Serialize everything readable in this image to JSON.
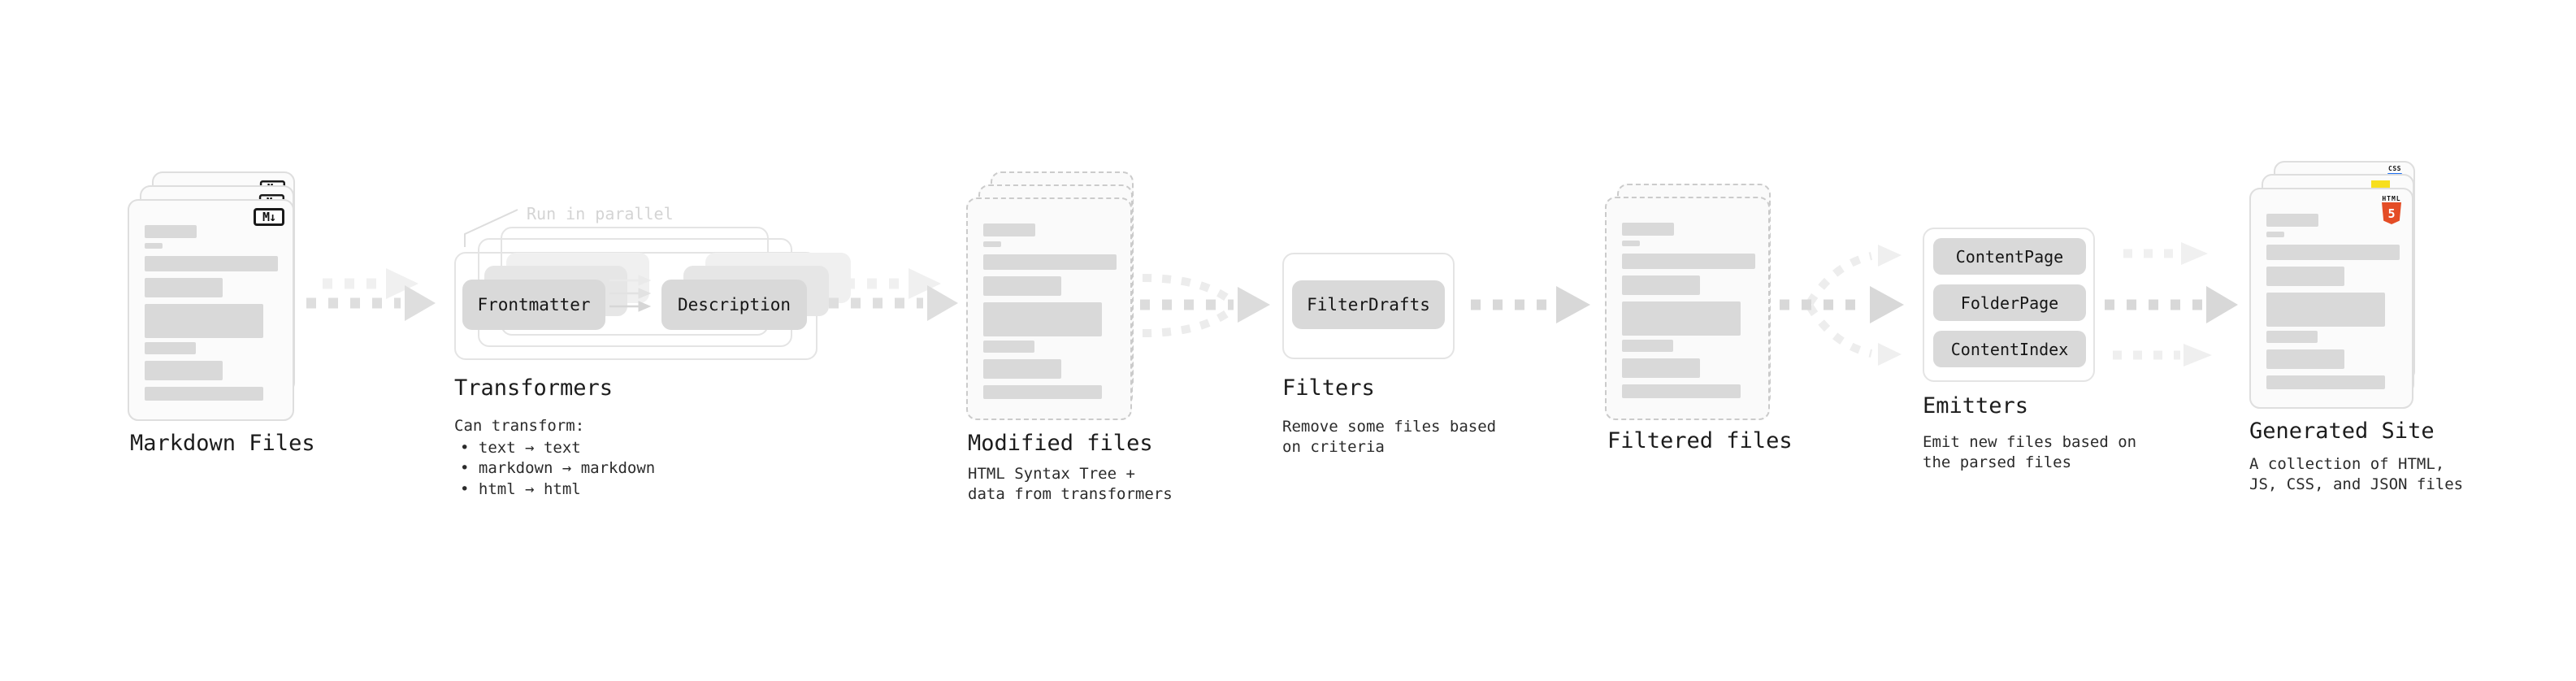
{
  "stages": {
    "markdown": {
      "label": "Markdown Files",
      "badge": "M↓"
    },
    "transformers": {
      "annotation": "Run in parallel",
      "button_left": "Frontmatter",
      "button_right": "Description",
      "heading": "Transformers",
      "desc_title": "Can transform:",
      "bullets": [
        "• text → text",
        "• markdown → markdown",
        "• html → html"
      ]
    },
    "modified": {
      "heading": "Modified files",
      "desc_line1": "HTML Syntax Tree +",
      "desc_line2": "data from transformers"
    },
    "filters": {
      "button": "FilterDrafts",
      "heading": "Filters",
      "desc_line1": "Remove some files based",
      "desc_line2": "on criteria"
    },
    "filtered": {
      "heading": "Filtered files"
    },
    "emitters": {
      "buttons": [
        "ContentPage",
        "FolderPage",
        "ContentIndex"
      ],
      "heading": "Emitters",
      "desc_line1": "Emit new files based on",
      "desc_line2": "the parsed files"
    },
    "generated": {
      "heading": "Generated Site",
      "desc_line1": "A collection of HTML,",
      "desc_line2": "JS, CSS, and JSON files",
      "badge_html_label": "HTML",
      "badge_html_number": "5",
      "badge_css": "CSS"
    }
  },
  "colors": {
    "html5_orange": "#e44d26",
    "js_yellow": "#f7df1e",
    "css_blue": "#1e6ff1",
    "skeleton_bar": "#d9d9d9",
    "arrow_gray": "#dcdcdc",
    "arrow_ghost": "#f0f0f0"
  }
}
